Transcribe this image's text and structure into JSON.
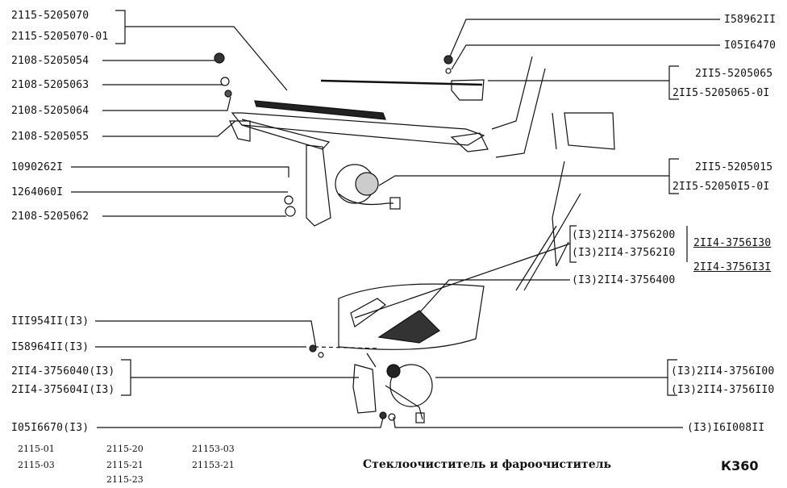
{
  "labels_left": [
    "2115-5205070",
    "2115-5205070-01",
    "2108-5205054",
    "2108-5205063",
    "2108-5205064",
    "2108-5205055",
    "1090262I",
    "1264060I",
    "2108-5205062",
    "III954II(I3)",
    "I58964II(I3)",
    "2II4-3756040(I3)",
    "2II4-375604I(I3)",
    "I05I6670(I3)"
  ],
  "labels_right": [
    "I58962II",
    "I05I6470",
    "2II5-5205065",
    "2II5-5205065-0I",
    "2II5-5205015",
    "2II5-52050I5-0I",
    "(I3)2II4-3756200",
    "(I3)2II4-37562I0",
    "(I3)2II4-3756400",
    "2II4-3756I30",
    "2II4-3756I3I",
    "(I3)2II4-3756I00",
    "(I3)2II4-3756II0",
    "(I3)I6I008II"
  ],
  "models": [
    "2115-01",
    "2115-03",
    "2115-20",
    "2115-21",
    "2115-23",
    "21153-03",
    "21153-21"
  ],
  "title": "Стеклоочиститель и фароочиститель",
  "page_code": "К360",
  "colors": {
    "ink": "#111111",
    "paper": "#ffffff"
  }
}
